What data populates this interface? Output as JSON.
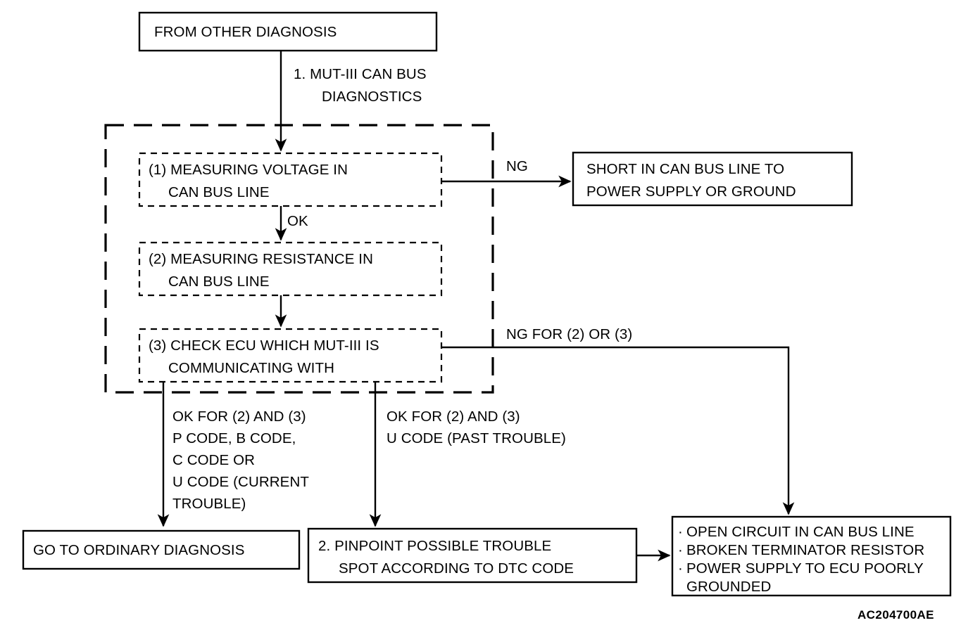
{
  "figure": {
    "code": "AC204700AE",
    "type": "flowchart",
    "title": "CAN bus diagnosis flowchart"
  },
  "nodes": {
    "start": {
      "label": "FROM OTHER DIAGNOSIS",
      "style": "solid",
      "lines": [
        "FROM OTHER DIAGNOSIS"
      ]
    },
    "step1": {
      "label": "1. MUT-III CAN BUS DIAGNOSTICS",
      "style": "caption",
      "lines": [
        "1. MUT-III CAN BUS",
        "DIAGNOSTICS"
      ]
    },
    "check1": {
      "label": "(1) MEASURING VOLTAGE IN CAN BUS LINE",
      "style": "dashed",
      "lines": [
        "(1) MEASURING VOLTAGE IN",
        "CAN BUS LINE"
      ]
    },
    "check2": {
      "label": "(2) MEASURING RESISTANCE IN CAN BUS LINE",
      "style": "dashed",
      "lines": [
        "(2) MEASURING RESISTANCE IN",
        "CAN BUS LINE"
      ]
    },
    "check3": {
      "label": "(3) CHECK ECU WHICH MUT-III IS COMMUNICATING WITH",
      "style": "dashed",
      "lines": [
        "(3) CHECK ECU WHICH MUT-III IS",
        "COMMUNICATING WITH"
      ]
    },
    "short_fault": {
      "label": "SHORT IN CAN BUS LINE TO POWER SUPPLY OR GROUND",
      "style": "solid",
      "lines": [
        "SHORT IN CAN BUS LINE TO",
        "POWER SUPPLY OR GROUND"
      ]
    },
    "ordinary": {
      "label": "GO TO ORDINARY DIAGNOSIS",
      "style": "solid",
      "lines": [
        "GO TO ORDINARY DIAGNOSIS"
      ]
    },
    "pinpoint": {
      "label": "2. PINPOINT POSSIBLE TROUBLE SPOT ACCORDING TO DTC CODE",
      "style": "solid",
      "lines": [
        "2. PINPOINT POSSIBLE TROUBLE",
        "SPOT ACCORDING TO DTC CODE"
      ]
    },
    "faults": {
      "label": "OPEN CIRCUIT IN CAN BUS LINE / BROKEN TERMINATOR RESISTOR / POWER SUPPLY TO ECU POORLY GROUNDED",
      "style": "solid",
      "lines": [
        "OPEN CIRCUIT IN CAN BUS LINE",
        "BROKEN TERMINATOR RESISTOR",
        "POWER SUPPLY TO ECU POORLY",
        "GROUNDED"
      ],
      "bulleted": [
        true,
        true,
        true,
        false
      ]
    }
  },
  "edge_labels": {
    "ng": "NG",
    "ok": "OK",
    "ng_for_2_or_3": "NG FOR (2) OR (3)",
    "ok_left": {
      "lines": [
        "OK FOR (2) AND (3)",
        "P CODE, B CODE,",
        "C CODE OR",
        "U CODE (CURRENT",
        "TROUBLE)"
      ]
    },
    "ok_mid": {
      "lines": [
        "OK FOR (2) AND (3)",
        "U CODE (PAST TROUBLE)"
      ]
    }
  },
  "colors": {
    "stroke": "#000000",
    "background": "#ffffff",
    "text": "#000000"
  }
}
